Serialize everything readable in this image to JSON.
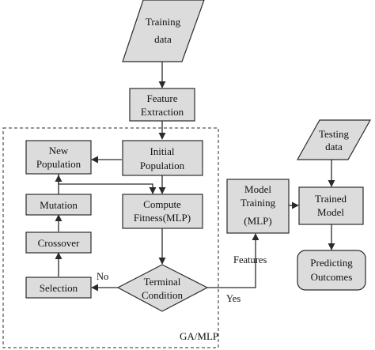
{
  "colors": {
    "box_fill": "#dcdcdc",
    "stroke": "#2b2b2b",
    "text": "#111111",
    "background": "#ffffff"
  },
  "nodes": {
    "training_data": {
      "line1": "Training",
      "line2": "data"
    },
    "feature_extraction": {
      "line1": "Feature",
      "line2": "Extraction"
    },
    "initial_population": {
      "line1": "Initial",
      "line2": "Population"
    },
    "new_population": {
      "line1": "New",
      "line2": "Population"
    },
    "mutation": {
      "label": "Mutation"
    },
    "crossover": {
      "label": "Crossover"
    },
    "selection": {
      "label": "Selection"
    },
    "compute_fitness": {
      "line1": "Compute",
      "line2": "Fitness(MLP)"
    },
    "terminal_condition": {
      "line1": "Terminal",
      "line2": "Condition"
    },
    "model_training": {
      "line1": "Model",
      "line2": "Training",
      "line3": "(MLP)"
    },
    "testing_data": {
      "line1": "Testing",
      "line2": "data"
    },
    "trained_model": {
      "line1": "Trained",
      "line2": "Model"
    },
    "predicting_outcomes": {
      "line1": "Predicting",
      "line2": "Outcomes"
    }
  },
  "edge_labels": {
    "no": "No",
    "yes": "Yes",
    "features": "Features"
  },
  "region": {
    "label": "GA/MLP"
  }
}
